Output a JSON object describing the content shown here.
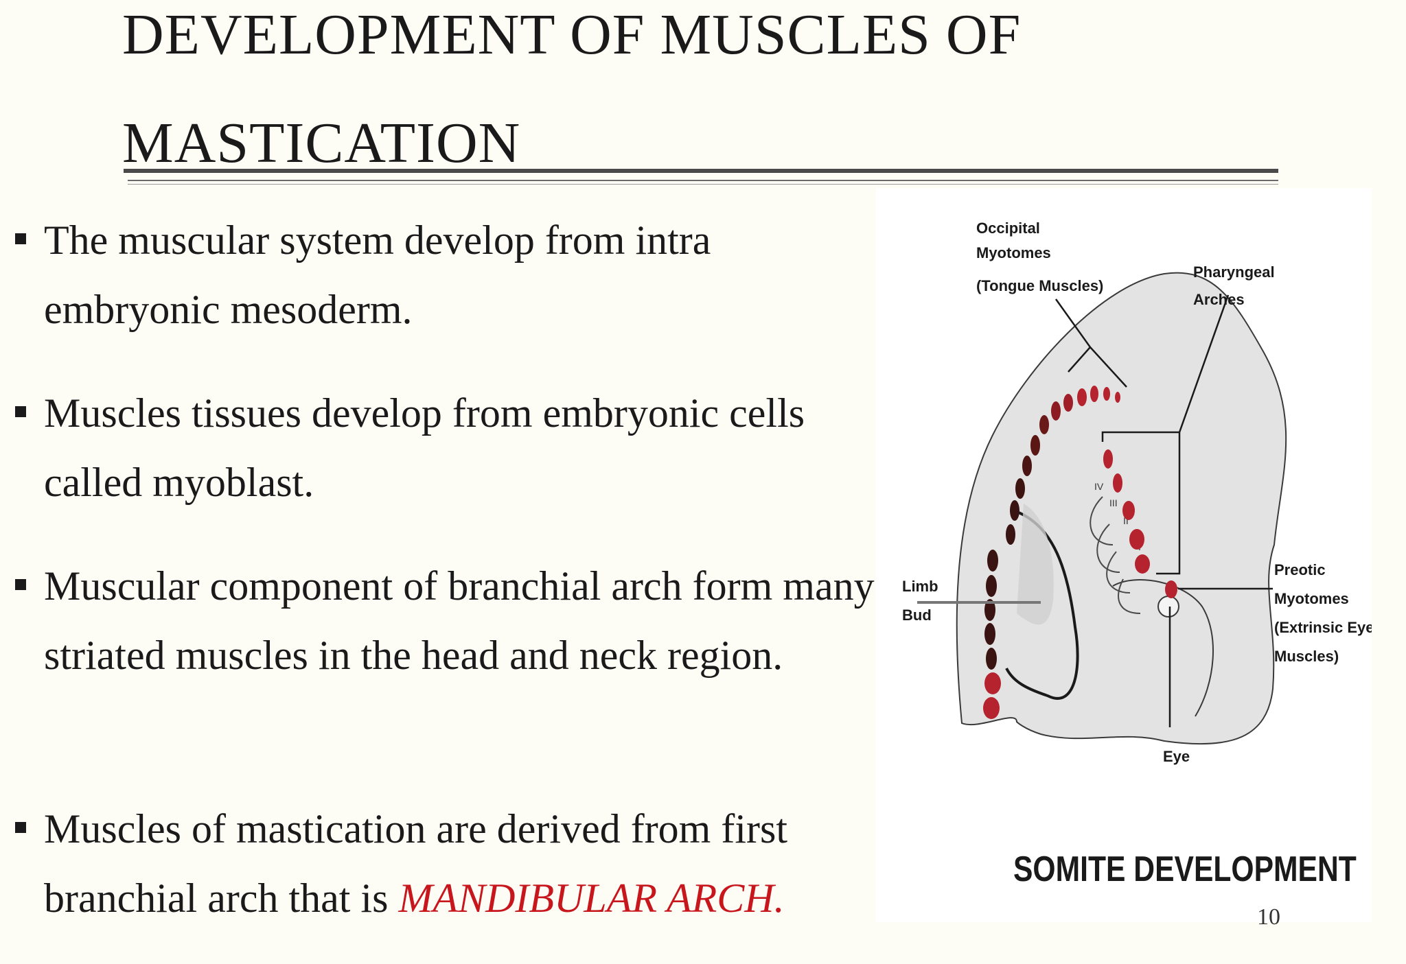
{
  "slide": {
    "title_line1": "DEVELOPMENT OF MUSCLES OF",
    "title_line2": "MASTICATION",
    "page_number": "10"
  },
  "bullets": [
    {
      "text": "The muscular system  develop from intra embryonic mesoderm."
    },
    {
      "text": "Muscles tissues develop from embryonic cells called myoblast."
    },
    {
      "text": "Muscular component of  branchial arch form many striated muscles  in the head and neck region."
    },
    {
      "text_before": "Muscles of mastication are derived from first branchial arch that is ",
      "emphasis": "MANDIBULAR ARCH."
    }
  ],
  "figure": {
    "caption": "SOMITE DEVELOPMENT",
    "labels": {
      "occipital_1": "Occipital",
      "occipital_2": "Myotomes",
      "occipital_3": "(Tongue Muscles)",
      "pharyngeal_1": "Pharyngeal",
      "pharyngeal_2": "Arches",
      "limb_1": "Limb",
      "limb_2": "Bud",
      "preotic_1": "Preotic",
      "preotic_2": "Myotomes",
      "preotic_3": "(Extrinsic Eye",
      "preotic_4": "Muscles)",
      "eye": "Eye"
    },
    "arch_numbers": [
      "IV",
      "III",
      "II",
      "I"
    ]
  },
  "colors": {
    "background": "#fdfdf6",
    "emphasis": "#c8161d",
    "somite_red": "#b5232e",
    "somite_dark": "#3a1412"
  }
}
